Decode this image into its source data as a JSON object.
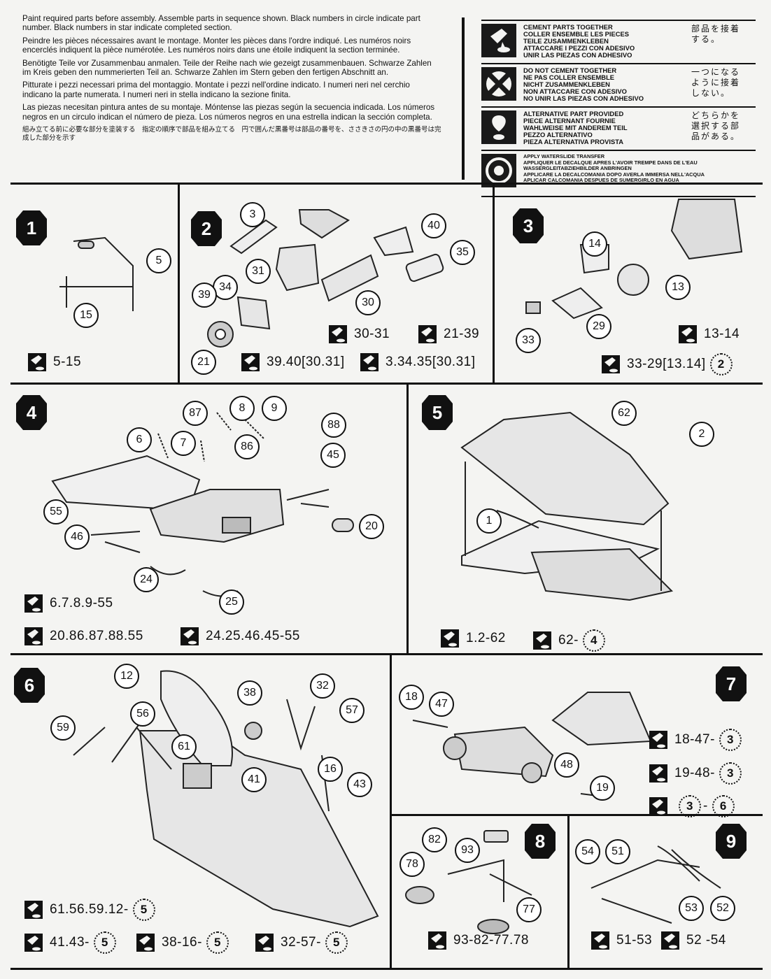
{
  "instructions": {
    "en": "Paint required parts before assembly. Assemble parts in sequence shown. Black numbers in circle indicate part number.    Black numbers in star indicate completed section.",
    "fr": "Peindre les pièces nécessaires avant le montage. Monter les pièces dans l'ordre indiqué. Les numéros noirs encerclés indiquent la pièce numérotée.   Les numéros noirs dans une étoile indiquent la section terminée.",
    "de": "Benötigte Teile vor Zusammenbau anmalen. Teile der Reihe nach wie gezeigt zusammenbauen. Schwarze Zahlen im Kreis geben den nummerierten Teil an.  Schwarze Zahlen im Stern geben den fertigen Abschnitt an.",
    "it": "Pitturate i pezzi necessari prima del montaggio. Montate i pezzi nell'ordine indicato. I numeri neri nel cerchio indicano la parte numerata. I numeri neri in stella indicano la sezione finita.",
    "es": "Las piezas necesitan pintura antes de su montaje. Móntense las piezas según la secuencia indicada. Los números negros en un circulo indican el número de pieza. Los números negros en una estrella indican la sección completa.",
    "ja": "組み立てる前に必要な部分を塗装する　指定の順序で部品を組み立てる　円で囲んだ黒番号は部品の番号を、ささきさの円の中の黒番号は完成した部分を示す"
  },
  "legend": [
    {
      "icon": "cement-icon",
      "lines": [
        "CEMENT PARTS TOGETHER",
        "COLLER ENSEMBLE LES PIECES",
        "TEILE ZUSAMMENKLEBEN",
        "ATTACCARE I PEZZI CON ADESIVO",
        "UNIR LAS PIEZAS CON ADHESIVO"
      ],
      "ja": "部品を接着する。"
    },
    {
      "icon": "do-not-cement-icon",
      "lines": [
        "DO NOT CEMENT TOGETHER",
        "NE PAS COLLER ENSEMBLE",
        "NICHT ZUSAMMENKLEBEN",
        "NON ATTACCARE CON ADESIVO",
        "NO UNIR LAS PIEZAS CON ADHESIVO"
      ],
      "ja": "一つになるように接着しない。"
    },
    {
      "icon": "alternative-part-icon",
      "lines": [
        "ALTERNATIVE PART PROVIDED",
        "PIECE ALTERNANT FOURNIE",
        "WAHLWEISE MIT ANDEREM TEIL",
        "PEZZO ALTERNATIVO",
        "PIEZA ALTERNATIVA PROVISTA"
      ],
      "ja": "どちらかを選択する部品がある。"
    },
    {
      "icon": "waterslide-transfer-icon",
      "lines": [
        "APPLY WATERSLIDE TRANSFER",
        "APPLIQUER LE DECALQUE APRES L'AVOIR TREMPE DANS DE L'EAU",
        "WASSERGLEITABZIEHBILDER ANBRINGEN",
        "APPLICARE LA DECALCOMANIA DOPO AVERLA IMMERSA NELL'ACQUA",
        "APLICAR CALCOMANIA DESPUES DE SUMERGIRLO EN AGUA"
      ]
    }
  ],
  "steps": [
    {
      "number": "1",
      "parts": [
        "5",
        "15"
      ],
      "cement": [
        {
          "text": "5-15"
        }
      ]
    },
    {
      "number": "2",
      "parts": [
        "3",
        "40",
        "35",
        "34",
        "31",
        "39",
        "30",
        "21"
      ],
      "cement": [
        {
          "text": "30-31"
        },
        {
          "text": "21-39"
        },
        {
          "text": "39.40[30.31]"
        },
        {
          "text": "3.34.35[30.31]"
        }
      ]
    },
    {
      "number": "3",
      "parts": [
        "14",
        "13",
        "29",
        "33"
      ],
      "cement": [
        {
          "text": "13-14"
        },
        {
          "text": "33-29[13.14]",
          "star": "2"
        }
      ]
    },
    {
      "number": "4",
      "parts": [
        "87",
        "8",
        "9",
        "88",
        "6",
        "7",
        "86",
        "45",
        "55",
        "20",
        "46",
        "24",
        "25"
      ],
      "cement": [
        {
          "text": "6.7.8.9-55"
        },
        {
          "text": "20.86.87.88.55"
        },
        {
          "text": "24.25.46.45-55"
        }
      ]
    },
    {
      "number": "5",
      "parts": [
        "62",
        "2",
        "1"
      ],
      "cement": [
        {
          "text": "1.2-62"
        },
        {
          "text": "62-",
          "star": "4"
        }
      ]
    },
    {
      "number": "6",
      "parts": [
        "12",
        "38",
        "32",
        "57",
        "59",
        "56",
        "61",
        "16",
        "41",
        "43"
      ],
      "cement": [
        {
          "text": "61.56.59.12-",
          "star": "5"
        },
        {
          "text": "41.43-",
          "star": "5"
        },
        {
          "text": "38-16-",
          "star": "5"
        },
        {
          "text": "32-57-",
          "star": "5"
        }
      ]
    },
    {
      "number": "7",
      "parts": [
        "18",
        "47",
        "48",
        "19"
      ],
      "cement": [
        {
          "text": "18-47-",
          "star": "3"
        },
        {
          "text": "19-48-",
          "star": "3"
        },
        {
          "text": "",
          "star": "3",
          "star2": "6"
        }
      ]
    },
    {
      "number": "8",
      "parts": [
        "82",
        "93",
        "78",
        "77"
      ],
      "cement": [
        {
          "text": "93-82-77.78"
        }
      ]
    },
    {
      "number": "9",
      "parts": [
        "54",
        "51",
        "53",
        "52"
      ],
      "cement": [
        {
          "text": "51-53"
        },
        {
          "text": "52 -54"
        }
      ]
    }
  ]
}
